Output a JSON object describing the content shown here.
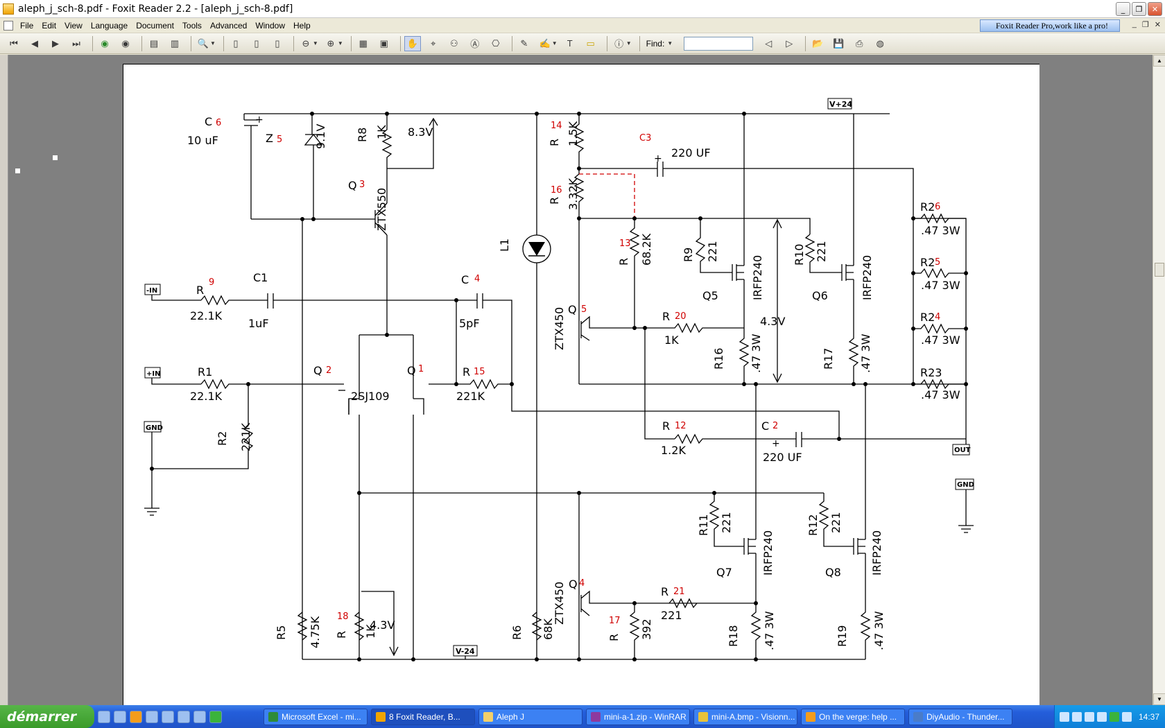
{
  "window": {
    "title": "aleph_j_sch-8.pdf - Foxit Reader 2.2 - [aleph_j_sch-8.pdf]",
    "promo": "Foxit Reader Pro,work like a pro!"
  },
  "menu": [
    "File",
    "Edit",
    "View",
    "Language",
    "Document",
    "Tools",
    "Advanced",
    "Window",
    "Help"
  ],
  "toolbar": {
    "find_label": "Find:",
    "find_value": ""
  },
  "schematic": {
    "labels": {
      "c6": "C",
      "c6n": "6",
      "c6v": "10 uF",
      "plus": "+",
      "z5": "Z",
      "z5n": "5",
      "z5v": "9.1V",
      "r8": "R8",
      "r8v": "1K",
      "v83": "8.3V",
      "q3": "Q",
      "q3n": "3",
      "ztx550": "ZTX550",
      "r14": "R",
      "r14n": "14",
      "r14v": "1.5K",
      "c3": "C3",
      "c3v": "220 UF",
      "r16": "R",
      "r16n": "16",
      "r16v": "3.32K",
      "vp24": "V+24",
      "l1": "L1",
      "r13": "R",
      "r13n": "13",
      "r13v": "68.2K",
      "r9": "R9",
      "r9v": "221",
      "r10": "R10",
      "r10v": "221",
      "irfp240": "IRFP240",
      "q5": "Q5",
      "q6": "Q6",
      "r26": "R2",
      "r26n": "6",
      "r26v": ".47 3W",
      "r25": "R2",
      "r25n": "5",
      "r25v": ".47 3W",
      "r24": "R2",
      "r24n": "4",
      "r24v": ".47 3W",
      "r23": "R23",
      "r23v": ".47 3W",
      "min": "-IN",
      "r9in": "R",
      "r9inn": "9",
      "r9inv": "22.1K",
      "c1": "C1",
      "c1v": "1uF",
      "c4": "C",
      "c4n": "4",
      "c4v": "5pF",
      "ztx450": "ZTX450",
      "q5b": "Q",
      "q5bn": "5",
      "r20": "R",
      "r20n": "20",
      "r20v": "1K",
      "v43": "4.3V",
      "r16b": "R16",
      "r16bv": ".47 3W",
      "r17": "R17",
      "r17v": ".47 3W",
      "pin": "+IN",
      "r1": "R1",
      "r1v": "22.1K",
      "q2": "Q",
      "q2n": "2",
      "q1": "Q",
      "q1n": "1",
      "sj109": "2SJ109",
      "r15": "R",
      "r15n": "15",
      "r15v": "221K",
      "gnd": "GND",
      "r2": "R2",
      "r2v": "221K",
      "r12": "R",
      "r12n": "12",
      "r12v": "1.2K",
      "c2": "C",
      "c2n": "2",
      "c2v": "220 UF",
      "out": "OUT",
      "r11": "R11",
      "r11v": "221",
      "r12b": "R12",
      "r12bv": "221",
      "q7": "Q7",
      "q8": "Q8",
      "q4": "Q",
      "q4n": "4",
      "r21": "R",
      "r21n": "21",
      "r21v": "221",
      "r5": "R5",
      "r5v": "4.75K",
      "r18": "R",
      "r18n": "18",
      "r18v": "1K",
      "v43b": "4.3V",
      "vm24": "V-24",
      "r6": "R6",
      "r6v": "68K",
      "r17b": "R",
      "r17bn": "17",
      "r17bv": "392",
      "r18b": "R18",
      "r18bv": ".47 3W",
      "r19": "R19",
      "r19v": ".47 3W"
    }
  },
  "taskbar": {
    "start": "démarrer",
    "tasks": [
      {
        "label": "Microsoft Excel - mi..."
      },
      {
        "label": "8 Foxit Reader, B..."
      },
      {
        "label": "Aleph J"
      },
      {
        "label": "mini-a-1.zip - WinRAR"
      },
      {
        "label": "mini-A.bmp - Visionn..."
      },
      {
        "label": "On the verge: help ..."
      },
      {
        "label": "DiyAudio - Thunder..."
      }
    ],
    "clock": "14:37"
  },
  "colors": {
    "accent_red": "#d00000",
    "taskbar_blue": "#245edb"
  }
}
